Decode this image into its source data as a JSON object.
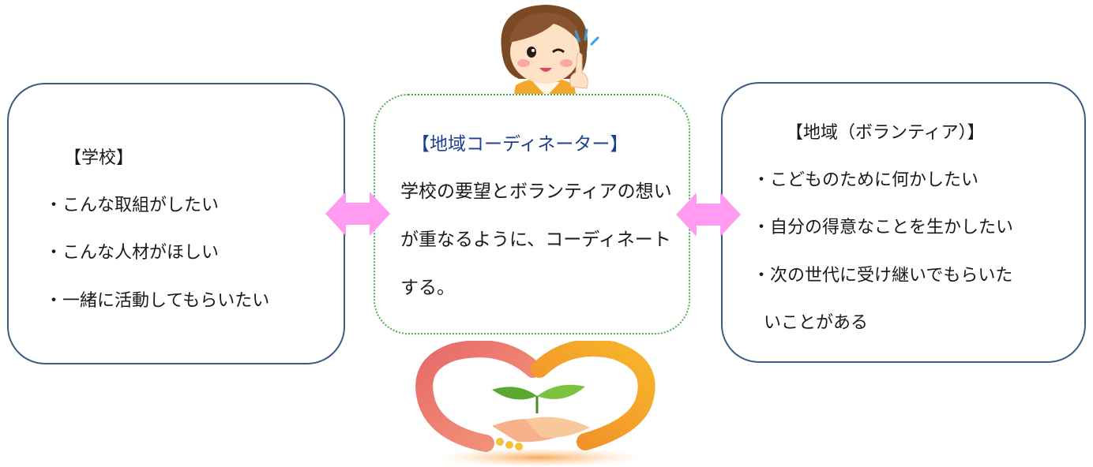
{
  "school": {
    "heading": "【学校】",
    "items": [
      "・こんな取組がしたい",
      "・こんな人材がほしい",
      "・一緒に活動してもらいたい"
    ]
  },
  "coordinator": {
    "heading": "【地域コーディネーター】",
    "body": "学校の要望とボランティアの想いが重なるように、コーディネートする。"
  },
  "community": {
    "heading": "【地域（ボランティア）】",
    "items": [
      "・こどものために何かしたい",
      "・自分の得意なことを生かしたい",
      "・次の世代に受け継いでもらいた",
      "いことがある"
    ]
  },
  "colors": {
    "side_border": "#3d5a80",
    "coord_border": "#4cae4c",
    "coord_title": "#1f3f8f",
    "arrow": "#ff9bf0"
  },
  "icons": [
    "woman-pointing-icon",
    "double-arrow-icon",
    "heart-sprout-handshake-icon"
  ]
}
